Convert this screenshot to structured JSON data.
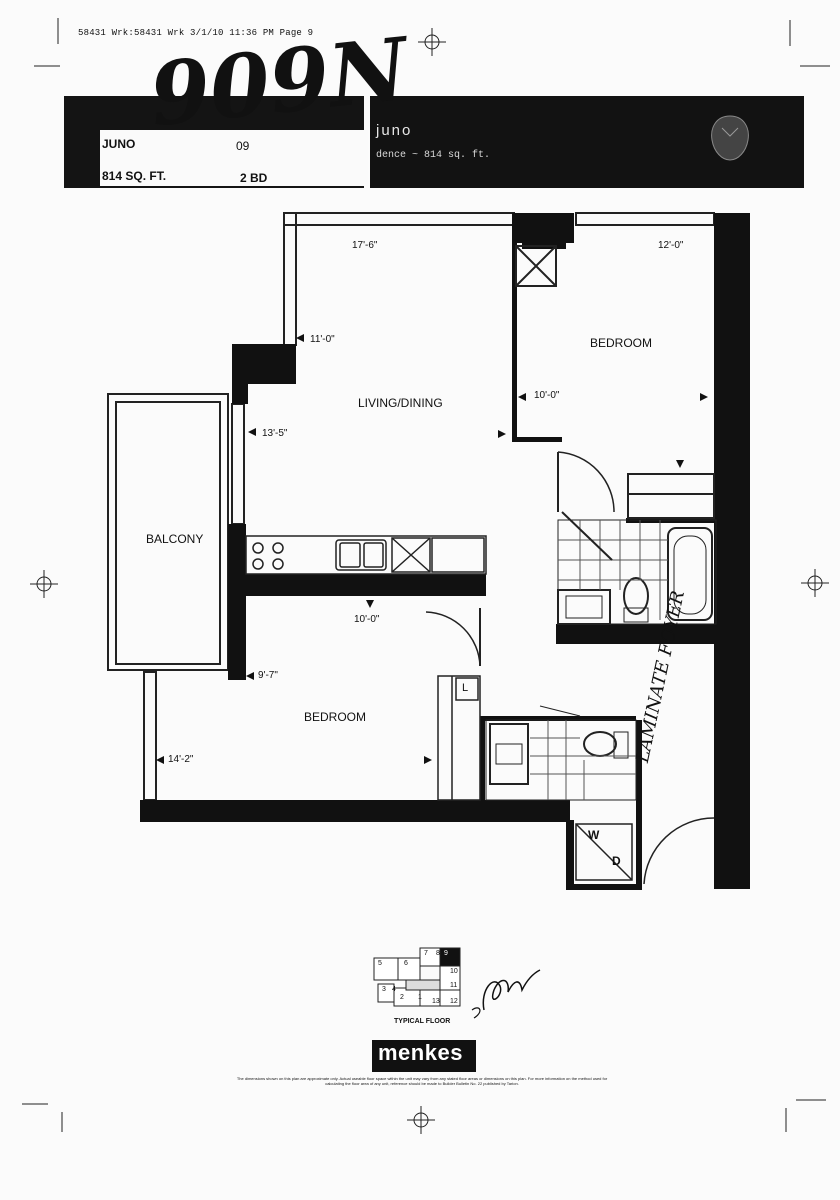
{
  "fax_header": "58431 Wrk:58431 Wrk  3/1/10  11:36 PM  Page 9",
  "handwritten_unit": "909N",
  "header": {
    "model": "JUNO",
    "floor": "09",
    "area": "814 SQ. FT.",
    "beds": "2 BD",
    "model_lower": "juno",
    "subtitle": "dence ~ 814 sq. ft."
  },
  "rooms": {
    "living_dining": "LIVING/DINING",
    "bedroom_main": "BEDROOM",
    "bedroom_second": "BEDROOM",
    "balcony": "BALCONY",
    "laundry": "L",
    "washer": "W",
    "dryer": "D"
  },
  "dimensions": {
    "living_width": "17'-6\"",
    "living_upper": "11'-0\"",
    "living_height": "13'-5\"",
    "bedroom1_width": "12'-0\"",
    "bedroom1_depth": "10'-0\"",
    "kitchen": "10'-0\"",
    "bedroom2_width": "9'-7\"",
    "bedroom2_depth": "14'-2\""
  },
  "handwritten_note": "LAMINATE FOYER",
  "key_plan": {
    "label": "TYPICAL FLOOR",
    "units": [
      "5",
      "6",
      "7",
      "8",
      "9",
      "10",
      "3",
      "4",
      "11",
      "2",
      "1",
      "13",
      "12"
    ]
  },
  "brand": "menkes",
  "disclaimer": "The dimensions shown on this plan are approximate only. Actual useable floor space within the unit may vary from any stated floor areas or dimensions on this plan. For more information on the method used for calculating the floor area of any unit, reference should be made to Builder Bulletin No. 22 published by Tarion."
}
